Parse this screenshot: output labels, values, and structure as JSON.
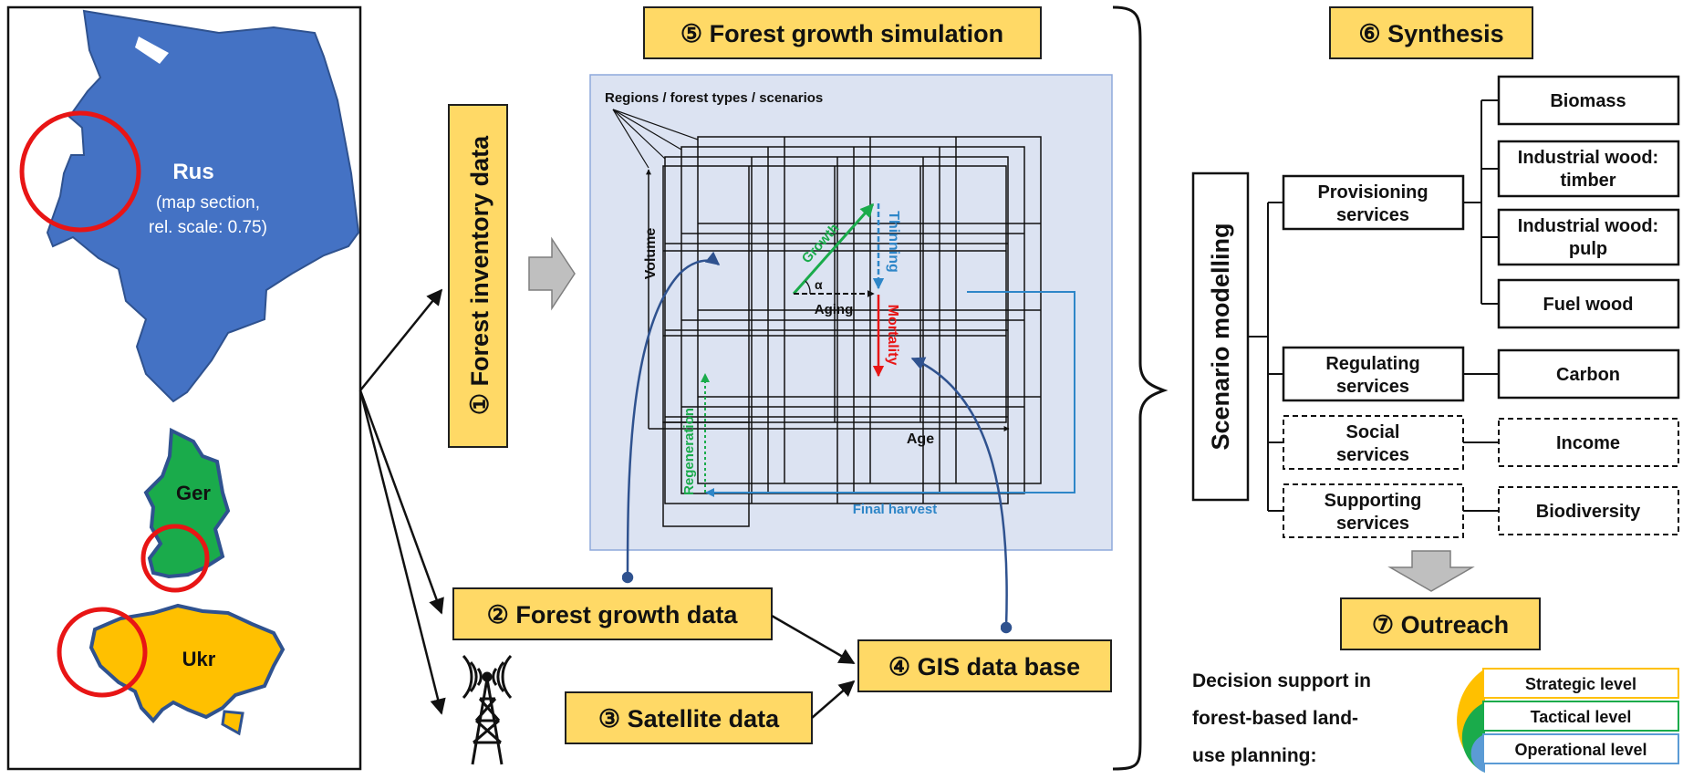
{
  "steps": {
    "s1": "① Forest inventory data",
    "s2": "② Forest growth data",
    "s3": "③ Satellite data",
    "s4": "④ GIS data base",
    "s5": "⑤ Forest growth simulation",
    "s6": "⑥ Synthesis",
    "s7": "⑦ Outreach"
  },
  "map": {
    "rus": {
      "name": "Rus",
      "note1": "(map section,",
      "note2": "rel. scale: 0.75)"
    },
    "ger": {
      "name": "Ger"
    },
    "ukr": {
      "name": "Ukr"
    }
  },
  "simulation": {
    "layers_label": "Regions / forest types / scenarios",
    "volume": "Volume",
    "age": "Age",
    "growth": "Growth",
    "thinning": "Thinning",
    "aging": "Aging",
    "alpha": "α",
    "mortality": "Mortality",
    "regeneration": "Regeneration",
    "final_harvest": "Final harvest"
  },
  "synthesis": {
    "scenario_modelling": "Scenario modelling",
    "services": [
      {
        "line1": "Provisioning",
        "line2": "services",
        "dashed": false
      },
      {
        "line1": "Regulating",
        "line2": "services",
        "dashed": false
      },
      {
        "line1": "Social",
        "line2": "services",
        "dashed": true
      },
      {
        "line1": "Supporting",
        "line2": "services",
        "dashed": true
      }
    ],
    "outputs": {
      "biomass": "Biomass",
      "timber_1": "Industrial wood:",
      "timber_2": "timber",
      "pulp_1": "Industrial wood:",
      "pulp_2": "pulp",
      "fuel": "Fuel wood",
      "carbon": "Carbon",
      "income": "Income",
      "biodiversity": "Biodiversity"
    }
  },
  "decision": {
    "line1": "Decision support in",
    "line2": "forest-based land-",
    "line3": "use planning:",
    "levels": [
      "Strategic level",
      "Tactical level",
      "Operational level"
    ]
  },
  "colors": {
    "label_fill": "#FFD966",
    "rus": "#4472C4",
    "ger": "#1AAB4B",
    "ukr": "#FFC000",
    "circle": "#E81515",
    "growth": "#1AAB4B",
    "thinning": "#2E86C8",
    "mortality": "#E81515",
    "connector": "#2F528F",
    "panel": "#DCE3F2"
  }
}
